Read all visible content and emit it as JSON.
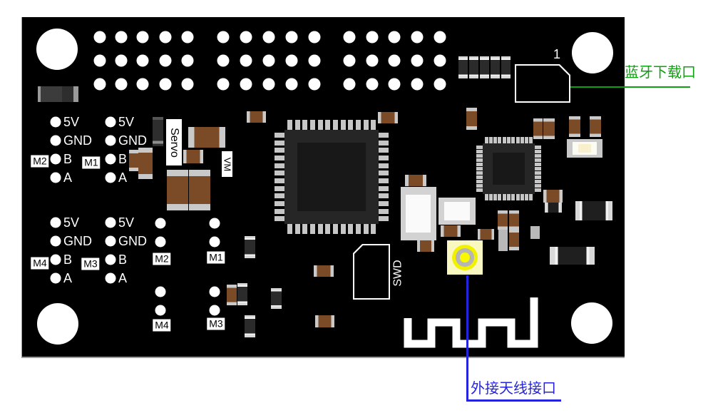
{
  "board": {
    "pin1_label": "1",
    "servo_label": "Servo",
    "vm_label": "VM",
    "swd_label": "SWD",
    "pin_groups": {
      "top": [
        {
          "motor": "M2",
          "pins": [
            "5V",
            "GND",
            "B",
            "A"
          ]
        },
        {
          "motor": "M1",
          "pins": [
            "5V",
            "GND",
            "B",
            "A"
          ]
        }
      ],
      "bottom": [
        {
          "motor": "M4",
          "pins": [
            "5V",
            "GND",
            "B",
            "A"
          ]
        },
        {
          "motor": "M3",
          "pins": [
            "5V",
            "GND",
            "B",
            "A"
          ]
        }
      ],
      "motor_pads": [
        {
          "top": "M2",
          "bottom": "M4"
        },
        {
          "top": "M1",
          "bottom": "M3"
        }
      ]
    }
  },
  "annotations": {
    "bluetooth_port": {
      "text": "蓝牙下载口",
      "color": "#0FA010"
    },
    "external_antenna": {
      "text": "外接天线接口",
      "color": "#2424DE"
    }
  },
  "colors": {
    "board": "#000000",
    "pad_white": "#ffffff",
    "capacitor_brown": "#7a4b26",
    "chip_dark": "#262626",
    "antenna_yellow": "#f8f8c0",
    "led_cream": "#f8f0cc"
  }
}
